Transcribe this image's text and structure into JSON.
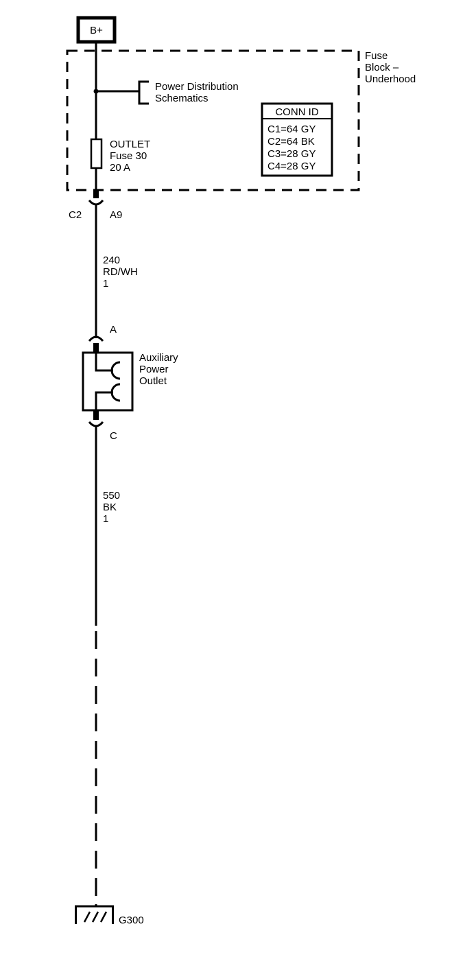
{
  "battery": {
    "label": "B+"
  },
  "fuse_block": {
    "name_lines": [
      "Fuse",
      "Block –",
      "Underhood"
    ]
  },
  "power_distribution": {
    "lines": [
      "Power Distribution",
      "Schematics"
    ]
  },
  "conn_id": {
    "header": "CONN ID",
    "rows": [
      "C1=64 GY",
      "C2=64 BK",
      "C3=28 GY",
      "C4=28 GY"
    ]
  },
  "fuse": {
    "lines": [
      "OUTLET",
      "Fuse 30",
      "20 A"
    ]
  },
  "connector_top": {
    "connector": "C2",
    "pin": "A9"
  },
  "wire_1": {
    "lines": [
      "240",
      "RD/WH",
      "1"
    ]
  },
  "outlet_pin_a": {
    "label": "A"
  },
  "auxiliary_outlet": {
    "lines": [
      "Auxiliary",
      "Power",
      "Outlet"
    ]
  },
  "outlet_pin_c": {
    "label": "C"
  },
  "wire_2": {
    "lines": [
      "550",
      "BK",
      "1"
    ]
  },
  "ground": {
    "label": "G300"
  }
}
